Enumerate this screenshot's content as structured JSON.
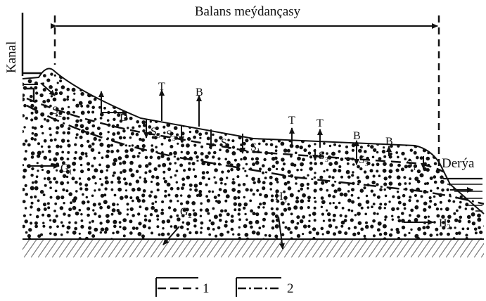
{
  "title": "Balans meýdançasy",
  "kanal": "Kanal",
  "derya": "Derýa",
  "flows": {
    "s2": {
      "main": "S",
      "sub": "2"
    },
    "d": "D",
    "g1": {
      "main": "G",
      "sub": "1"
    },
    "g2": {
      "main": "G",
      "sub": "2"
    },
    "h3": {
      "main": "H",
      "sub": "3"
    },
    "h2": {
      "main": "H",
      "sub": "2"
    },
    "s3a": {
      "main": "S",
      "sub": "3"
    },
    "s3b": {
      "main": "S",
      "sub": "3"
    },
    "s1a": {
      "main": "S",
      "sub": "1"
    },
    "s1b": {
      "main": "S",
      "sub": "1"
    },
    "s3c": {
      "main": "S",
      "sub": "3"
    },
    "s3d": {
      "main": "S",
      "sub": "3"
    },
    "s1c": {
      "main": "S",
      "sub": "1"
    },
    "t1": "T",
    "b1": "B",
    "t2": "T",
    "t3": "T",
    "b2": "B",
    "b3": "B"
  },
  "legend": {
    "item1": "1",
    "item2": "2"
  }
}
